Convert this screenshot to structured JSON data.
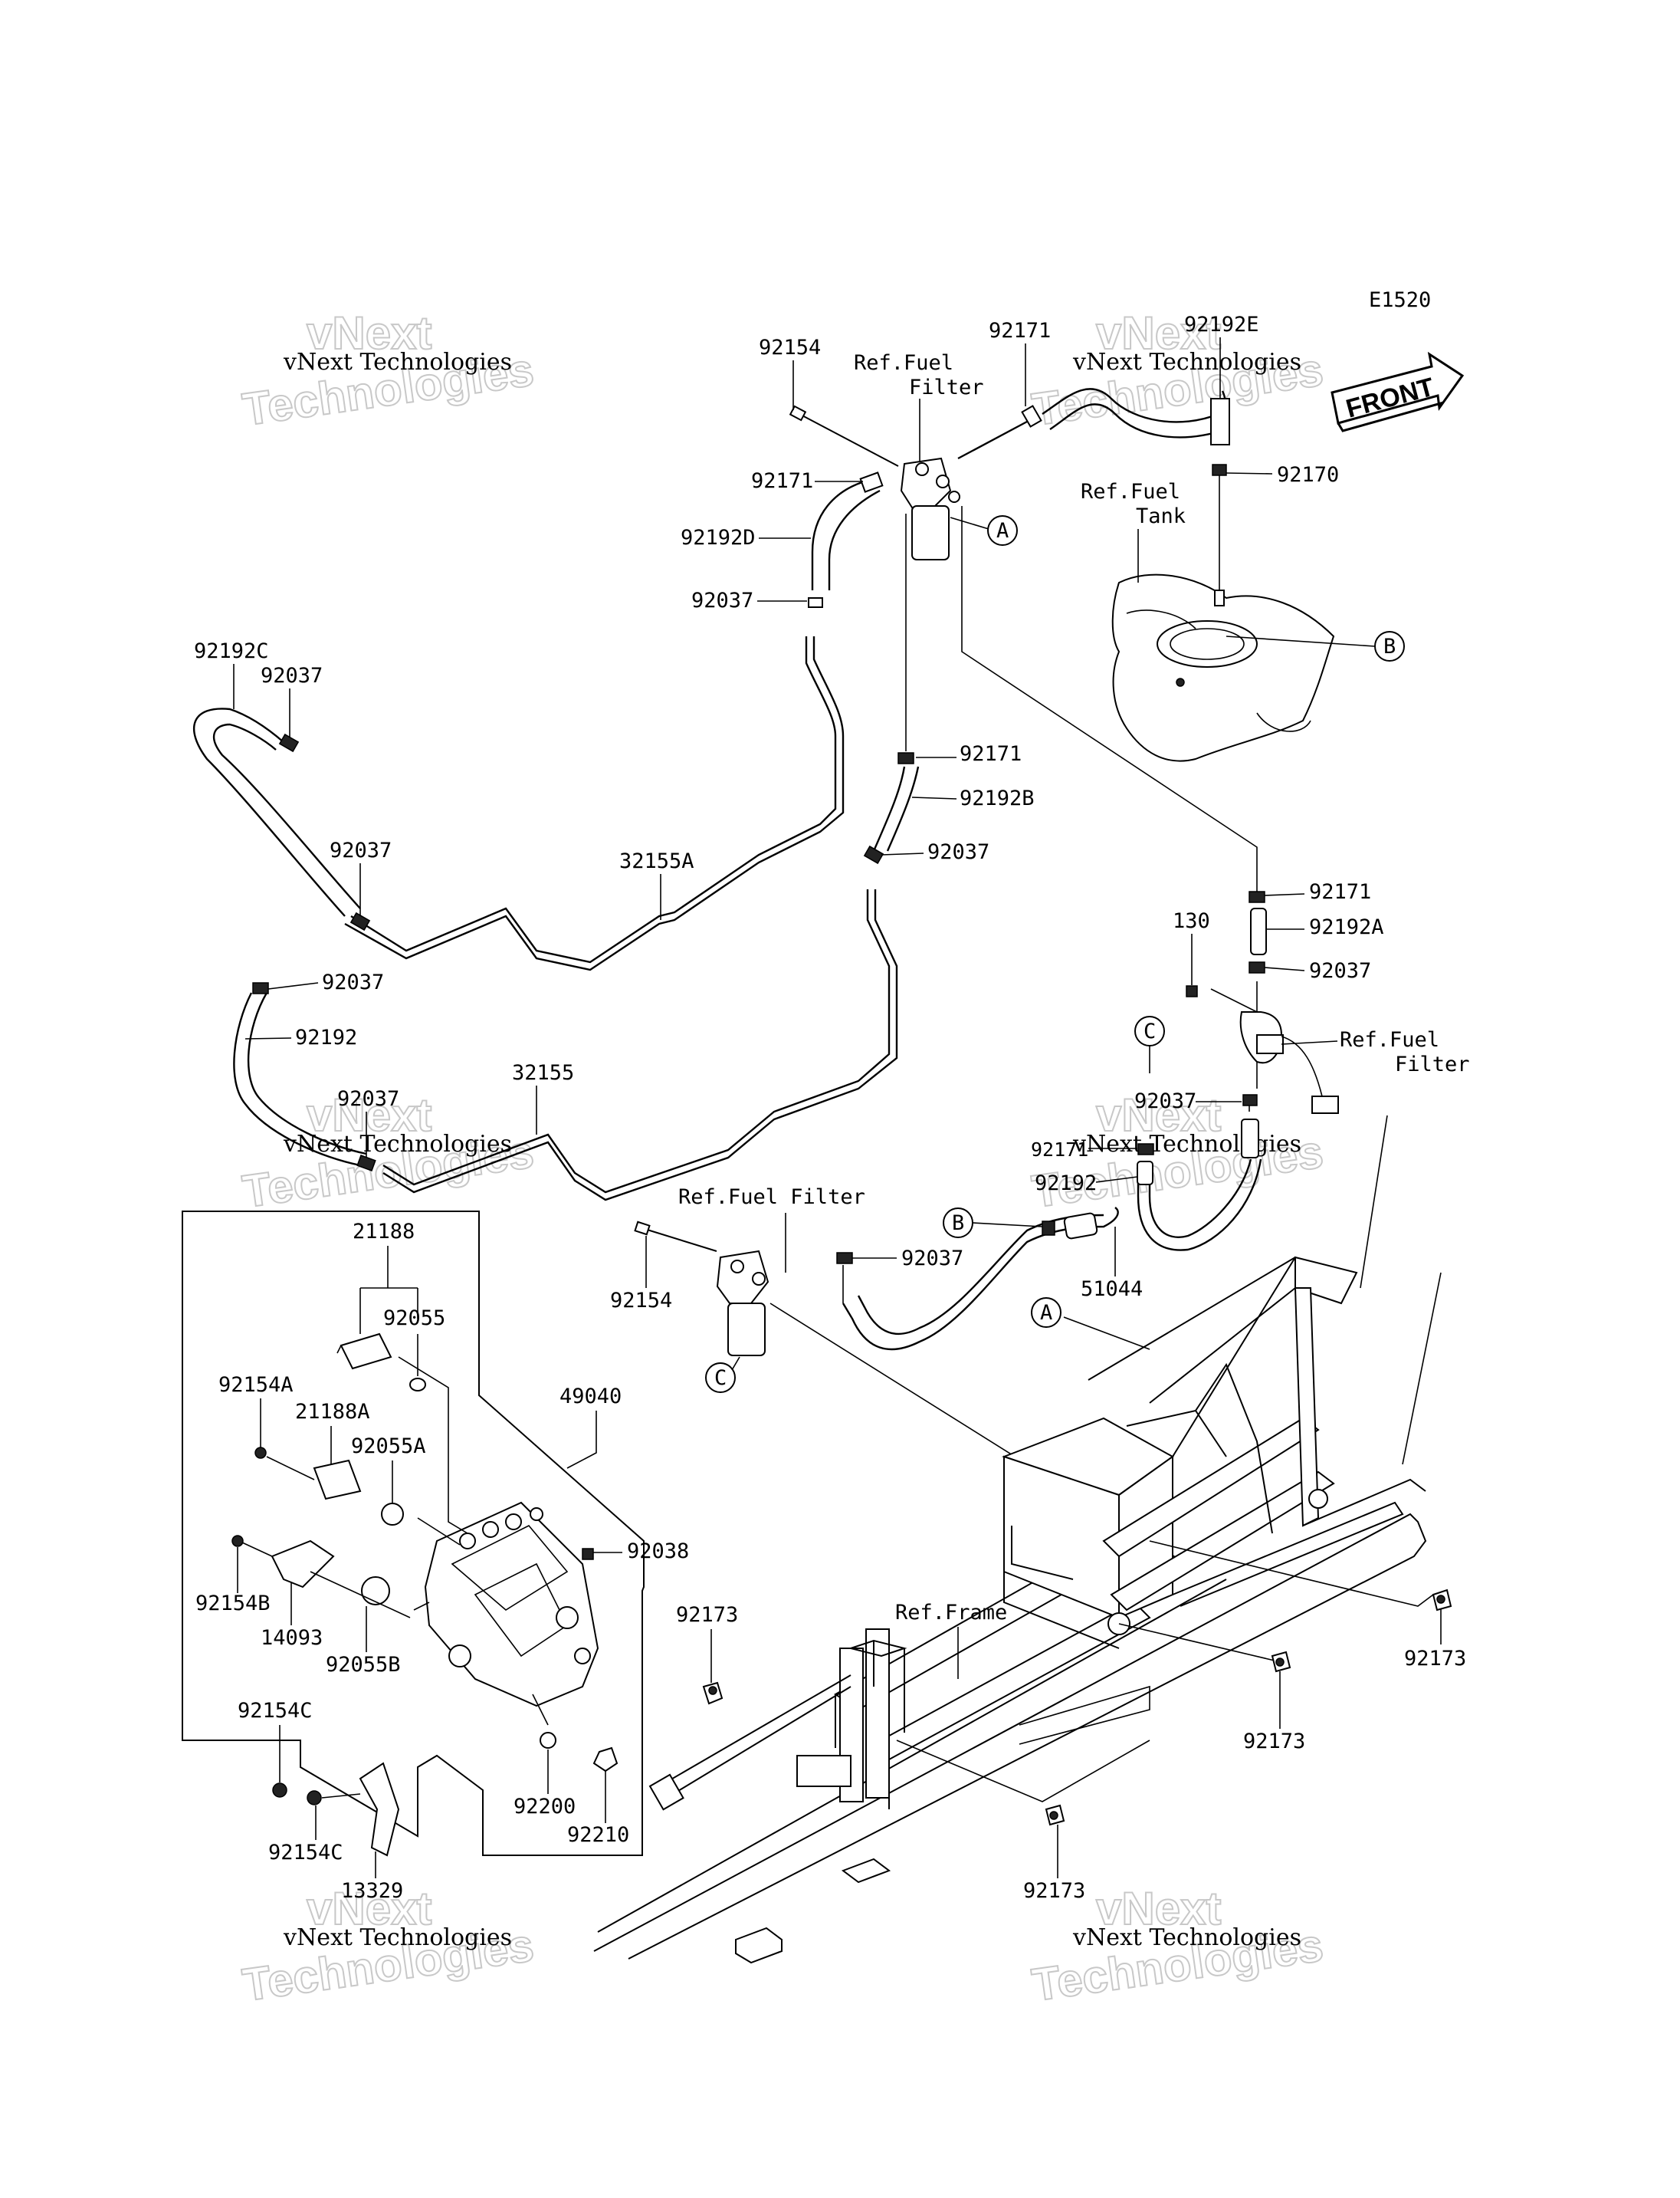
{
  "diagram_code": "E1520",
  "front_label": "FRONT",
  "watermark": {
    "line1": "vNext",
    "line2": "Technologies",
    "small": "vNext Technologies"
  },
  "refs": {
    "fuel_filter_top": [
      "Ref.Fuel",
      "Filter"
    ],
    "fuel_tank": [
      "Ref.Fuel",
      "Tank"
    ],
    "fuel_filter_right": [
      "Ref.Fuel",
      "Filter"
    ],
    "fuel_filter_mid": "Ref.Fuel Filter",
    "frame": "Ref.Frame"
  },
  "markers": [
    "A",
    "B",
    "C"
  ],
  "parts": {
    "p92154_top": "92154",
    "p92171_top": "92171",
    "p92192E": "92192E",
    "p92170": "92170",
    "p92171_left": "92171",
    "p92192D": "92192D",
    "p92037_top": "92037",
    "p92192C": "92192C",
    "p92037_c": "92037",
    "p92171_mid": "92171",
    "p92192B": "92192B",
    "p92037_mid": "92037",
    "p92037_left": "92037",
    "p32155A": "32155A",
    "p92171_r": "92171",
    "p92192A": "92192A",
    "p130": "130",
    "p92037_r": "92037",
    "p92037_l2": "92037",
    "p92192": "92192",
    "p92037_l3": "92037",
    "p32155": "32155",
    "p92037_cr": "92037",
    "p92171_cr": "92171",
    "p92192_cr": "92192",
    "p92154_mid": "92154",
    "p92037_bm": "92037",
    "p51044": "51044",
    "p21188": "21188",
    "p92055": "92055",
    "p49040": "49040",
    "p92154A": "92154A",
    "p21188A": "21188A",
    "p92055A": "92055A",
    "p92038": "92038",
    "p92154B": "92154B",
    "p14093": "14093",
    "p92055B": "92055B",
    "p92173_a": "92173",
    "p92173_b": "92173",
    "p92173_c": "92173",
    "p92173_d": "92173",
    "p92154C_a": "92154C",
    "p92154C_b": "92154C",
    "p92200": "92200",
    "p92210": "92210",
    "p13329": "13329"
  }
}
